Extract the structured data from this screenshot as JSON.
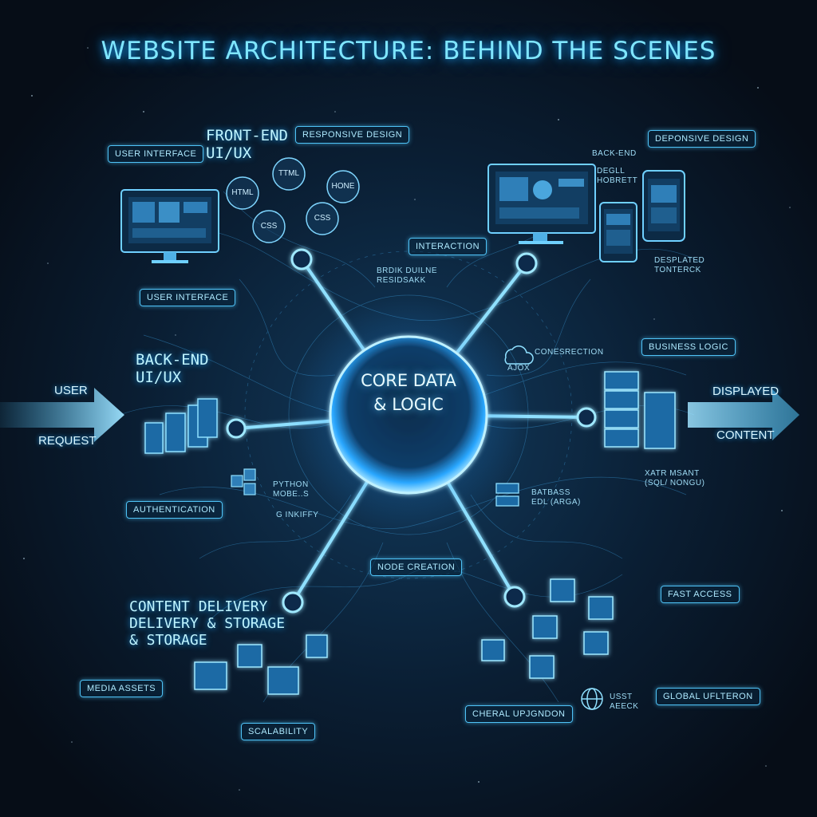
{
  "title": "WEBSITE ARCHITECTURE: BEHIND THE SCENES",
  "core": {
    "line1": "CORE DATA",
    "line2": "& LOGIC"
  },
  "headings": {
    "front_end": [
      "FRONT-END",
      "UI/UX"
    ],
    "back_end": [
      "BACK-END",
      "UI/UX"
    ],
    "content_delivery": [
      "CONTENT DELIVERY",
      "DELIVERY & STORAGE",
      "& STORAGE"
    ],
    "back_end_small": [
      "BACK-END"
    ]
  },
  "flow": {
    "input_top": "USER",
    "input_bottom": "REQUEST",
    "output_top": "DISPLAYED",
    "output_bottom": "CONTENT"
  },
  "callouts": {
    "user_interface_top": "USER INTERFACE",
    "responsive_design_left": "RESPONSIVE DESIGN",
    "user_interface_bottom": "USER INTERFACE",
    "deponsive_design": "DEPONSIVE DESIGN",
    "interaction": "INTERACTION",
    "business_logic": "BUSINESS LOGIC",
    "authentication": "AUTHENTICATION",
    "node_creation": "NODE CREATION",
    "fast_access": "FAST ACCESS",
    "media_assets": "MEDIA ASSETS",
    "scalability": "SCALABILITY",
    "global_distribution": "GLOBAL UFLTERON",
    "cheral_upgrade": "CHERAL UPJGNDON"
  },
  "small_texts": {
    "degll_hobrett": [
      "DEGLL",
      "HOBRETT"
    ],
    "desplated": [
      "DESPLATED",
      "TONTERCK"
    ],
    "brdik_duilne": [
      "BRDIK DUILNE",
      "RESIDSAKK"
    ],
    "ajax": "AJOX",
    "coinesrection": "CONESRECTION",
    "python": [
      "PYTHON",
      "MOBE..S"
    ],
    "ginkifty": "G INKIFFY",
    "batbass": [
      "BATBASS",
      "EDL (ARGA)"
    ],
    "xatr": [
      "XATR MSANT",
      "(SQL/ NONGU)"
    ],
    "usst": [
      "USST",
      "AEECK"
    ]
  },
  "tech_nodes": [
    "HTML",
    "TTML",
    "HONE",
    "CSS",
    "CSS"
  ],
  "colors": {
    "background": "#07111d",
    "glow": "#4fc3f7",
    "core": "#1e88e5",
    "accent": "#7fe6ff"
  },
  "icons": [
    "monitor-icon",
    "tablet-icon",
    "phone-icon",
    "server-icon",
    "cube-icon",
    "cloud-icon",
    "globe-icon",
    "arrow-right-icon"
  ]
}
